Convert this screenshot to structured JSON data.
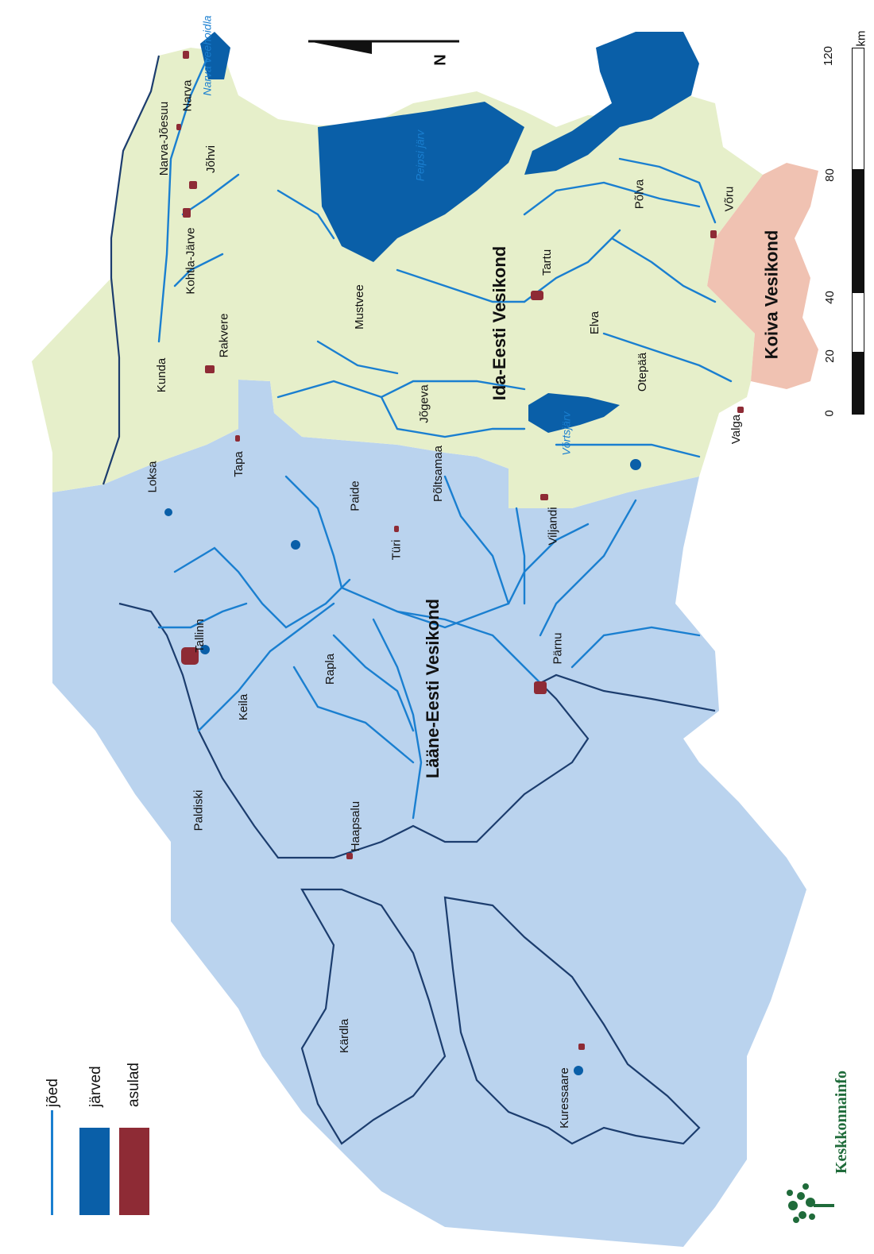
{
  "colors": {
    "ida": "#e6efca",
    "laane": "#bad3ee",
    "koiva": "#f0c2b2",
    "lake": "#0a5fa8",
    "river": "#1a7fd0",
    "settlement": "#8e2b35",
    "coast": "#1c3d6e",
    "brand": "#1f6b3a"
  },
  "basins": {
    "ida": "Ida-Eesti Vesikond",
    "laane": "Lääne-Eesti Vesikond",
    "koiva": "Koiva Vesikond"
  },
  "waters": {
    "narva_reservoir": "Narva veehoidla",
    "peipsi": "Peipsi järv",
    "vortsjarv": "Võrtsjärv"
  },
  "towns": [
    {
      "id": "narva",
      "label": "Narva"
    },
    {
      "id": "narva-joesuu",
      "label": "Narva-Jõesuu"
    },
    {
      "id": "johvi",
      "label": "Jõhvi"
    },
    {
      "id": "kohtla-jarve",
      "label": "Kohtla-Järve"
    },
    {
      "id": "rakvere",
      "label": "Rakvere"
    },
    {
      "id": "kunda",
      "label": "Kunda"
    },
    {
      "id": "loksa",
      "label": "Loksa"
    },
    {
      "id": "tapa",
      "label": "Tapa"
    },
    {
      "id": "mustvee",
      "label": "Mustvee"
    },
    {
      "id": "jogeva",
      "label": "Jõgeva"
    },
    {
      "id": "tartu",
      "label": "Tartu"
    },
    {
      "id": "elva",
      "label": "Elva"
    },
    {
      "id": "otepaa",
      "label": "Otepää"
    },
    {
      "id": "polva",
      "label": "Põlva"
    },
    {
      "id": "voru",
      "label": "Võru"
    },
    {
      "id": "valga",
      "label": "Valga"
    },
    {
      "id": "paide",
      "label": "Paide"
    },
    {
      "id": "poltsamaa",
      "label": "Põltsamaa"
    },
    {
      "id": "turi",
      "label": "Türi"
    },
    {
      "id": "viljandi",
      "label": "Viljandi"
    },
    {
      "id": "parnu",
      "label": "Pärnu"
    },
    {
      "id": "tallinn",
      "label": "Tallinn"
    },
    {
      "id": "keila",
      "label": "Keila"
    },
    {
      "id": "rapla",
      "label": "Rapla"
    },
    {
      "id": "paldiski",
      "label": "Paldiski"
    },
    {
      "id": "haapsalu",
      "label": "Haapsalu"
    },
    {
      "id": "kardla",
      "label": "Kärdla"
    },
    {
      "id": "kuressaare",
      "label": "Kuressaare"
    }
  ],
  "north": "N",
  "scale": {
    "ticks": [
      "0",
      "20",
      "40",
      "80",
      "120"
    ],
    "unit": "km"
  },
  "legend": {
    "rivers": "jõed",
    "lakes": "järved",
    "settlements": "asulad"
  },
  "brand": "Keskkonnainfo"
}
